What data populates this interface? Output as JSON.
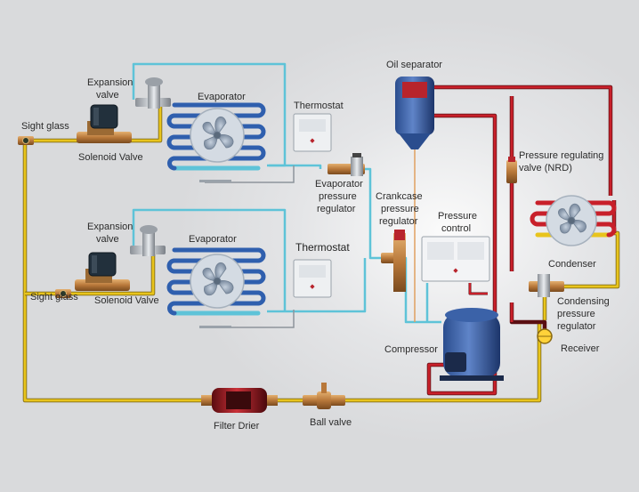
{
  "labels": {
    "sight_glass_top": "Sight glass",
    "expansion_valve_top_1": "Expansion",
    "expansion_valve_top_2": "valve",
    "evaporator_top": "Evaporator",
    "thermostat_top": "Thermostat",
    "solenoid_valve_top": "Solenoid Valve",
    "oil_separator": "Oil separator",
    "evap_pressure_regulator_1": "Evaporator",
    "evap_pressure_regulator_2": "pressure",
    "evap_pressure_regulator_3": "regulator",
    "crankcase_regulator_1": "Crankcase",
    "crankcase_regulator_2": "pressure",
    "crankcase_regulator_3": "regulator",
    "pressure_control_1": "Pressure",
    "pressure_control_2": "control",
    "pressure_regulating_valve_1": "Pressure regulating",
    "pressure_regulating_valve_2": "valve (NRD)",
    "expansion_valve_bottom_1": "Expansion",
    "expansion_valve_bottom_2": "valve",
    "evaporator_bottom": "Evaporator",
    "thermostat_bottom": "Thermostat",
    "sight_glass_bottom": "Sight glass",
    "solenoid_valve_bottom": "Solenoid Valve",
    "condenser": "Condenser",
    "condensing_regulator_1": "Condensing",
    "condensing_regulator_2": "pressure",
    "condensing_regulator_3": "regulator",
    "receiver": "Receiver",
    "compressor": "Compressor",
    "filter_drier": "Filter Drier",
    "ball_valve": "Ball valve"
  },
  "colors": {
    "liquid_line": "#e8c41c",
    "suction_line": "#5ec3d8",
    "discharge_line": "#c8202a",
    "coil_blue": "#2f5fae",
    "compressor_blue": "#1d3f8a",
    "brand_red": "#b8242c"
  }
}
